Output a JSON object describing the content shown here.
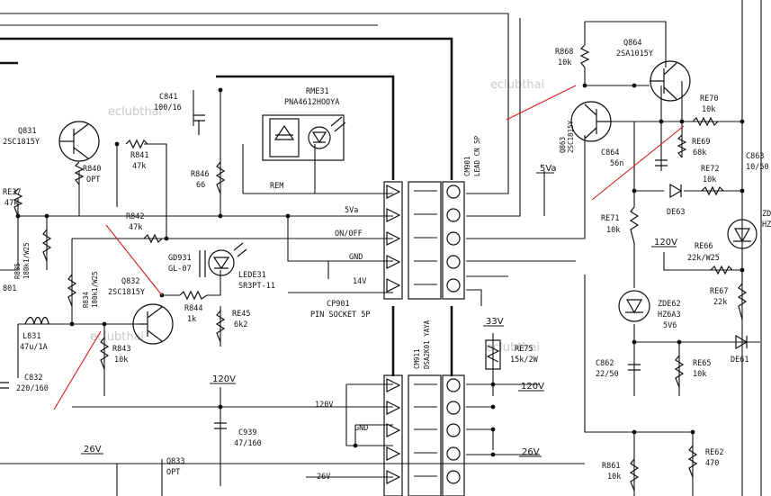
{
  "watermark": "eclubthai",
  "connectors": {
    "cm901": {
      "ref": "CM901",
      "name": "LEAD CN 5P"
    },
    "cp901": {
      "ref": "CP901",
      "name": "PIN SOCKET 5P"
    },
    "cm911": {
      "ref": "CM911",
      "name": "DSA2K01 YAYA"
    },
    "pins_top": [
      "REM",
      "5Va",
      "ON/OFF",
      "GND",
      "14V"
    ],
    "pins_bottom": [
      "120V",
      "GND",
      "26V"
    ]
  },
  "rails": {
    "v5": "5Va",
    "v33": "33V",
    "v120a": "120V",
    "v120b": "120V",
    "v120c": "120V",
    "v120d": "120V",
    "v26a": "26V",
    "v26b": "26V"
  },
  "components": {
    "q831": {
      "ref": "Q831",
      "part": "2SC1815Y"
    },
    "q832": {
      "ref": "Q832",
      "part": "2SC1815Y"
    },
    "q833": {
      "ref": "Q833",
      "part": "OPT"
    },
    "q863": {
      "ref": "Q863",
      "part": "2SC1815Y"
    },
    "q864": {
      "ref": "Q864",
      "part": "2SA1015Y"
    },
    "rme31": {
      "ref": "RME31",
      "part": "PNA4612HOOYA"
    },
    "lede31": {
      "ref": "LEDE31",
      "part": "SR3PT-11"
    },
    "gd931": {
      "ref": "GD931",
      "part": "GL-07"
    },
    "zde62": {
      "ref": "ZDE62",
      "part": "HZ6A3",
      "value": "5V6"
    },
    "de63": {
      "ref": "DE63"
    },
    "de61": {
      "ref": "DE61"
    },
    "zd_edge": {
      "ref": "ZD",
      "part": "HZ"
    },
    "l831": {
      "ref": "L831",
      "value": "47u/1A"
    },
    "c841": {
      "ref": "C841",
      "value": "100/16"
    },
    "c832": {
      "ref": "C832",
      "value": "220/160"
    },
    "c939": {
      "ref": "C939",
      "value": "47/160"
    },
    "c862": {
      "ref": "C862",
      "value": "22/50"
    },
    "c864": {
      "ref": "C864",
      "value": "56n"
    },
    "c863": {
      "ref": "C863",
      "value": "10/50"
    },
    "r840": {
      "ref": "R840",
      "value": "OPT"
    },
    "r841": {
      "ref": "R841",
      "value": "47k"
    },
    "r842": {
      "ref": "R842",
      "value": "47k"
    },
    "r843": {
      "ref": "R843",
      "value": "10k"
    },
    "r844": {
      "ref": "R844",
      "value": "1k"
    },
    "r845": {
      "ref": "RE45",
      "value": "6k2"
    },
    "r846": {
      "ref": "R846",
      "value": "66"
    },
    "r837": {
      "ref": "RE37",
      "value": "47k"
    },
    "r835": {
      "ref": "R835",
      "value": "180k1/W25"
    },
    "r834": {
      "ref": "R834",
      "value": "180k1/W25"
    },
    "r868": {
      "ref": "R868",
      "value": "10k"
    },
    "r870": {
      "ref": "RE70",
      "value": "10k"
    },
    "r869": {
      "ref": "RE69",
      "value": "68k"
    },
    "r872": {
      "ref": "RE72",
      "value": "10k"
    },
    "r871": {
      "ref": "RE71",
      "value": "10k"
    },
    "r866": {
      "ref": "RE66",
      "value": "22k/W25"
    },
    "r867": {
      "ref": "RE67",
      "value": "22k"
    },
    "r865": {
      "ref": "RE65",
      "value": "10k"
    },
    "r875": {
      "ref": "RE75",
      "value": "15k/2W"
    },
    "r861": {
      "ref": "R861",
      "value": "10k"
    },
    "r862": {
      "ref": "RE62",
      "value": "470"
    },
    "edge_801": "801"
  }
}
